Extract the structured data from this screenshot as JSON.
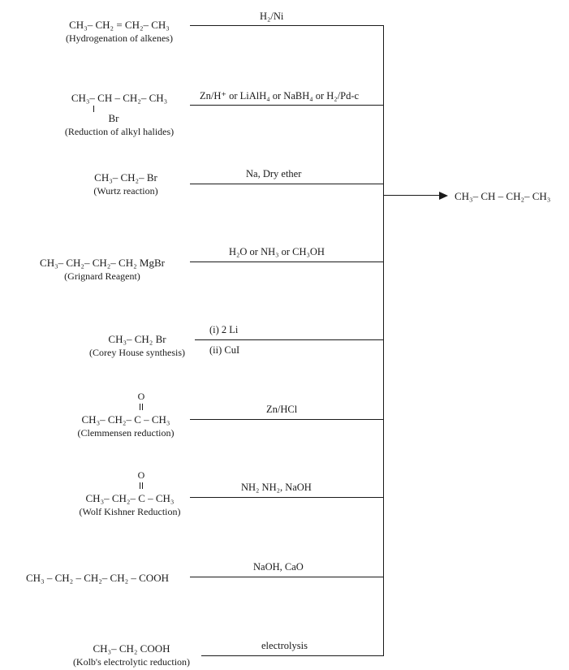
{
  "product": "CH₃– CH – CH₂– CH₃",
  "reactions": [
    {
      "id": "hydrogenation",
      "formula": "CH₃– CH₂ = CH₂– CH₃",
      "name": "(Hydrogenation of alkenes)",
      "reagent": "H₂/Ni"
    },
    {
      "id": "reduction-alkyl-halides",
      "formula": "CH₃– CH – CH₂– CH₃",
      "substituent": "Br",
      "name": "(Reduction of alkyl halides)",
      "reagent": "Zn/H⁺ or LiAlH₄ or NaBH₄ or H₂/Pd-c"
    },
    {
      "id": "wurtz",
      "formula": "CH₃– CH₂– Br",
      "name": "(Wurtz reaction)",
      "reagent": "Na, Dry ether"
    },
    {
      "id": "grignard",
      "formula": "CH₃– CH₂– CH₂– CH₂ MgBr",
      "name": "(Grignard Reagent)",
      "reagent": "H₂O or NH₃ or CH₃OH"
    },
    {
      "id": "corey-house",
      "formula": "CH₃– CH₂ Br",
      "name": "(Corey House synthesis)",
      "reagent_1": "(i) 2 Li",
      "reagent_2": "(ii) CuI"
    },
    {
      "id": "clemmensen",
      "carbonyl_o": "O",
      "formula": "CH₃– CH₂– C – CH₃",
      "name": "(Clemmensen reduction)",
      "reagent": "Zn/HCl"
    },
    {
      "id": "wolf-kishner",
      "carbonyl_o": "O",
      "formula": "CH₃– CH₂– C – CH₃",
      "name": "(Wolf Kishner Reduction)",
      "reagent": "NH₂ NH₂, NaOH"
    },
    {
      "id": "decarboxylation",
      "formula": "CH₃ – CH₂ – CH₂– CH₂ – COOH",
      "reagent": "NaOH, CaO"
    },
    {
      "id": "kolbe",
      "formula": "CH₃– CH₂ COOH",
      "name": "(Kolb's electrolytic reduction)",
      "reagent": "electrolysis"
    }
  ]
}
